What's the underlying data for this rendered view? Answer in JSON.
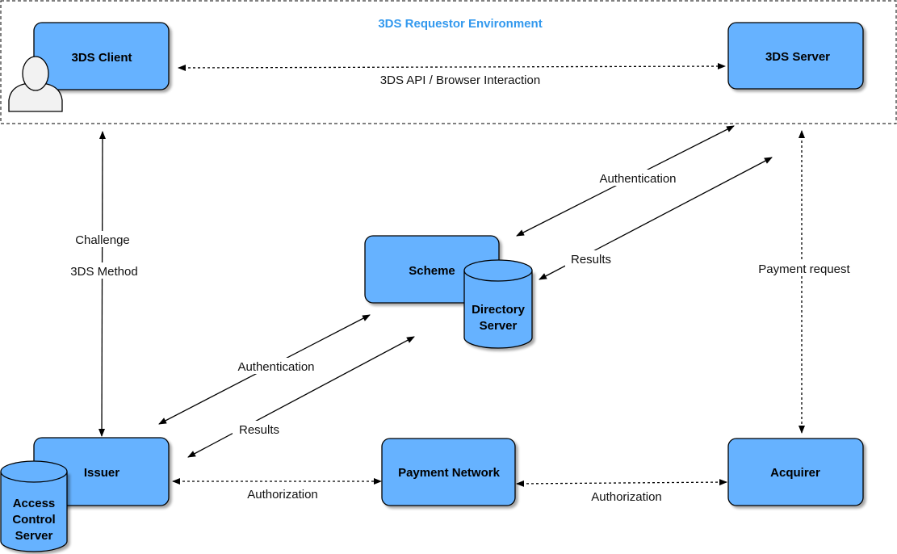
{
  "colors": {
    "box_fill": "#66b2ff",
    "box_stroke": "#000000",
    "environment_title": "#3399ee",
    "edge": "#000000"
  },
  "environment": {
    "title": "3DS Requestor Environment"
  },
  "nodes": {
    "client": {
      "label": "3DS Client",
      "icon": "user-icon"
    },
    "server": {
      "label": "3DS Server"
    },
    "scheme": {
      "label": "Scheme"
    },
    "directory": {
      "line1": "Directory",
      "line2": "Server"
    },
    "issuer": {
      "label": "Issuer"
    },
    "acs": {
      "line1": "Access",
      "line2": "Control",
      "line3": "Server"
    },
    "payment_network": {
      "label": "Payment Network"
    },
    "acquirer": {
      "label": "Acquirer"
    }
  },
  "edges": {
    "client_server": "3DS API / Browser Interaction",
    "client_issuer_challenge": "Challenge",
    "client_issuer_method": "3DS Method",
    "server_ds_auth": "Authentication",
    "server_ds_results": "Results",
    "server_acquirer": "Payment request",
    "ds_issuer_auth": "Authentication",
    "ds_issuer_results": "Results",
    "issuer_network": "Authorization",
    "network_acquirer": "Authorization"
  }
}
